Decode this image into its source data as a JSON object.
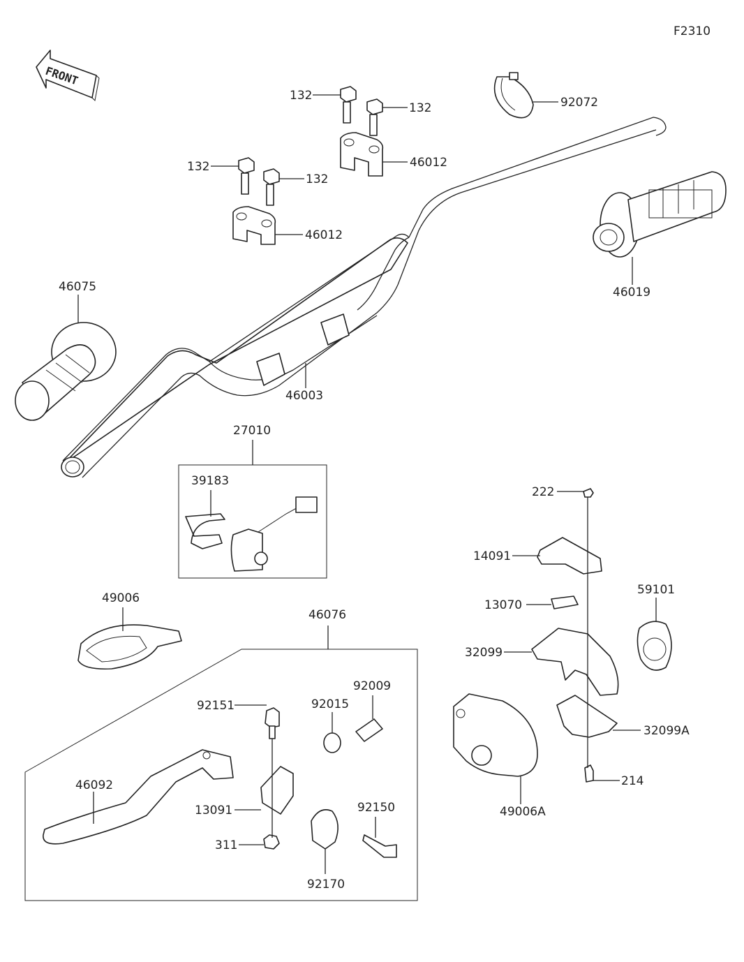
{
  "diagram_code": "F2310",
  "direction": "FRONT",
  "labels": {
    "p27010": "27010",
    "p39183": "39183",
    "p46076": "46076",
    "p46003": "46003",
    "p46075": "46075",
    "p46019": "46019",
    "p46012a": "46012",
    "p46012b": "46012",
    "p132a": "132",
    "p132b": "132",
    "p132c": "132",
    "p132d": "132",
    "p92072": "92072",
    "p49006": "49006",
    "p92151": "92151",
    "p92015": "92015",
    "p92009": "92009",
    "p46092": "46092",
    "p13091": "13091",
    "p92150": "92150",
    "p311": "311",
    "p92170": "92170",
    "p222": "222",
    "p14091": "14091",
    "p13070": "13070",
    "p59101": "59101",
    "p32099": "32099",
    "p32099A": "32099A",
    "p214": "214",
    "p49006A": "49006A"
  }
}
